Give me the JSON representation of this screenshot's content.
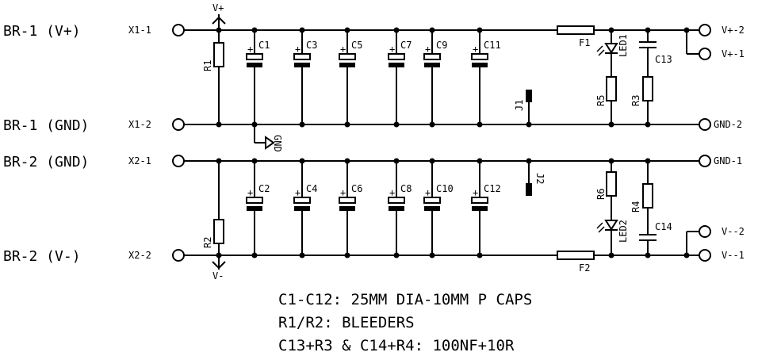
{
  "buses": {
    "v_plus": {
      "name": "BR-1 (V+)",
      "terminal": "X1-1",
      "marker": "V+"
    },
    "gnd1": {
      "name": "BR-1 (GND)",
      "terminal": "X1-2"
    },
    "gnd2": {
      "name": "BR-2 (GND)",
      "terminal": "X2-1"
    },
    "v_minus": {
      "name": "BR-2 (V-)",
      "terminal": "X2-2",
      "marker": "V-"
    }
  },
  "gnd_symbol": "GND",
  "capacitors_top": [
    "C1",
    "C3",
    "C5",
    "C7",
    "C9",
    "C11"
  ],
  "capacitors_bottom": [
    "C2",
    "C4",
    "C6",
    "C8",
    "C10",
    "C12"
  ],
  "resistors": {
    "r1": "R1",
    "r2": "R2",
    "r3": "R3",
    "r4": "R4",
    "r5": "R5",
    "r6": "R6"
  },
  "fuses": {
    "f1": "F1",
    "f2": "F2"
  },
  "leds": {
    "led1": "LED1",
    "led2": "LED2"
  },
  "snubber_caps": {
    "c13": "C13",
    "c14": "C14"
  },
  "jumpers": {
    "j1": "J1",
    "j2": "J2"
  },
  "outputs": {
    "v_plus_2": "V+-2",
    "v_plus_1": "V+-1",
    "gnd_2": "GND-2",
    "gnd_1": "GND-1",
    "v_minus_2": "V--2",
    "v_minus_1": "V--1"
  },
  "plus_mark": "+",
  "notes": [
    "C1-C12: 25MM DIA-10MM P CAPS",
    "R1/R2: BLEEDERS",
    "C13+R3 & C14+R4: 100NF+10R"
  ]
}
